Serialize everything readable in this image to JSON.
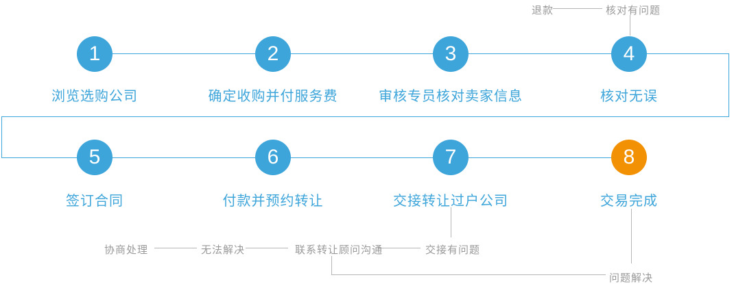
{
  "diagram": {
    "title_hint": "company-purchase-process-flow",
    "steps": [
      {
        "number": "1",
        "label": "浏览选购公司"
      },
      {
        "number": "2",
        "label": "确定收购并付服务费"
      },
      {
        "number": "3",
        "label": "审核专员核对卖家信息"
      },
      {
        "number": "4",
        "label": "核对无误"
      },
      {
        "number": "5",
        "label": "签订合同"
      },
      {
        "number": "6",
        "label": "付款并预约转让"
      },
      {
        "number": "7",
        "label": "交接转让过户公司"
      },
      {
        "number": "8",
        "label": "交易完成"
      }
    ],
    "annotations": {
      "refund": "退款",
      "check_problem": "核对有问题",
      "negotiate": "协商处理",
      "unsolvable": "无法解决",
      "contact_consultant": "联系转让顾问沟通",
      "handover_problem": "交接有问题",
      "problem_solved": "问题解决"
    },
    "colors": {
      "step_blue": "#3DA5DA",
      "final_orange": "#F29104",
      "annotation_gray": "#999999",
      "line_gray": "#B5B5B5"
    }
  }
}
